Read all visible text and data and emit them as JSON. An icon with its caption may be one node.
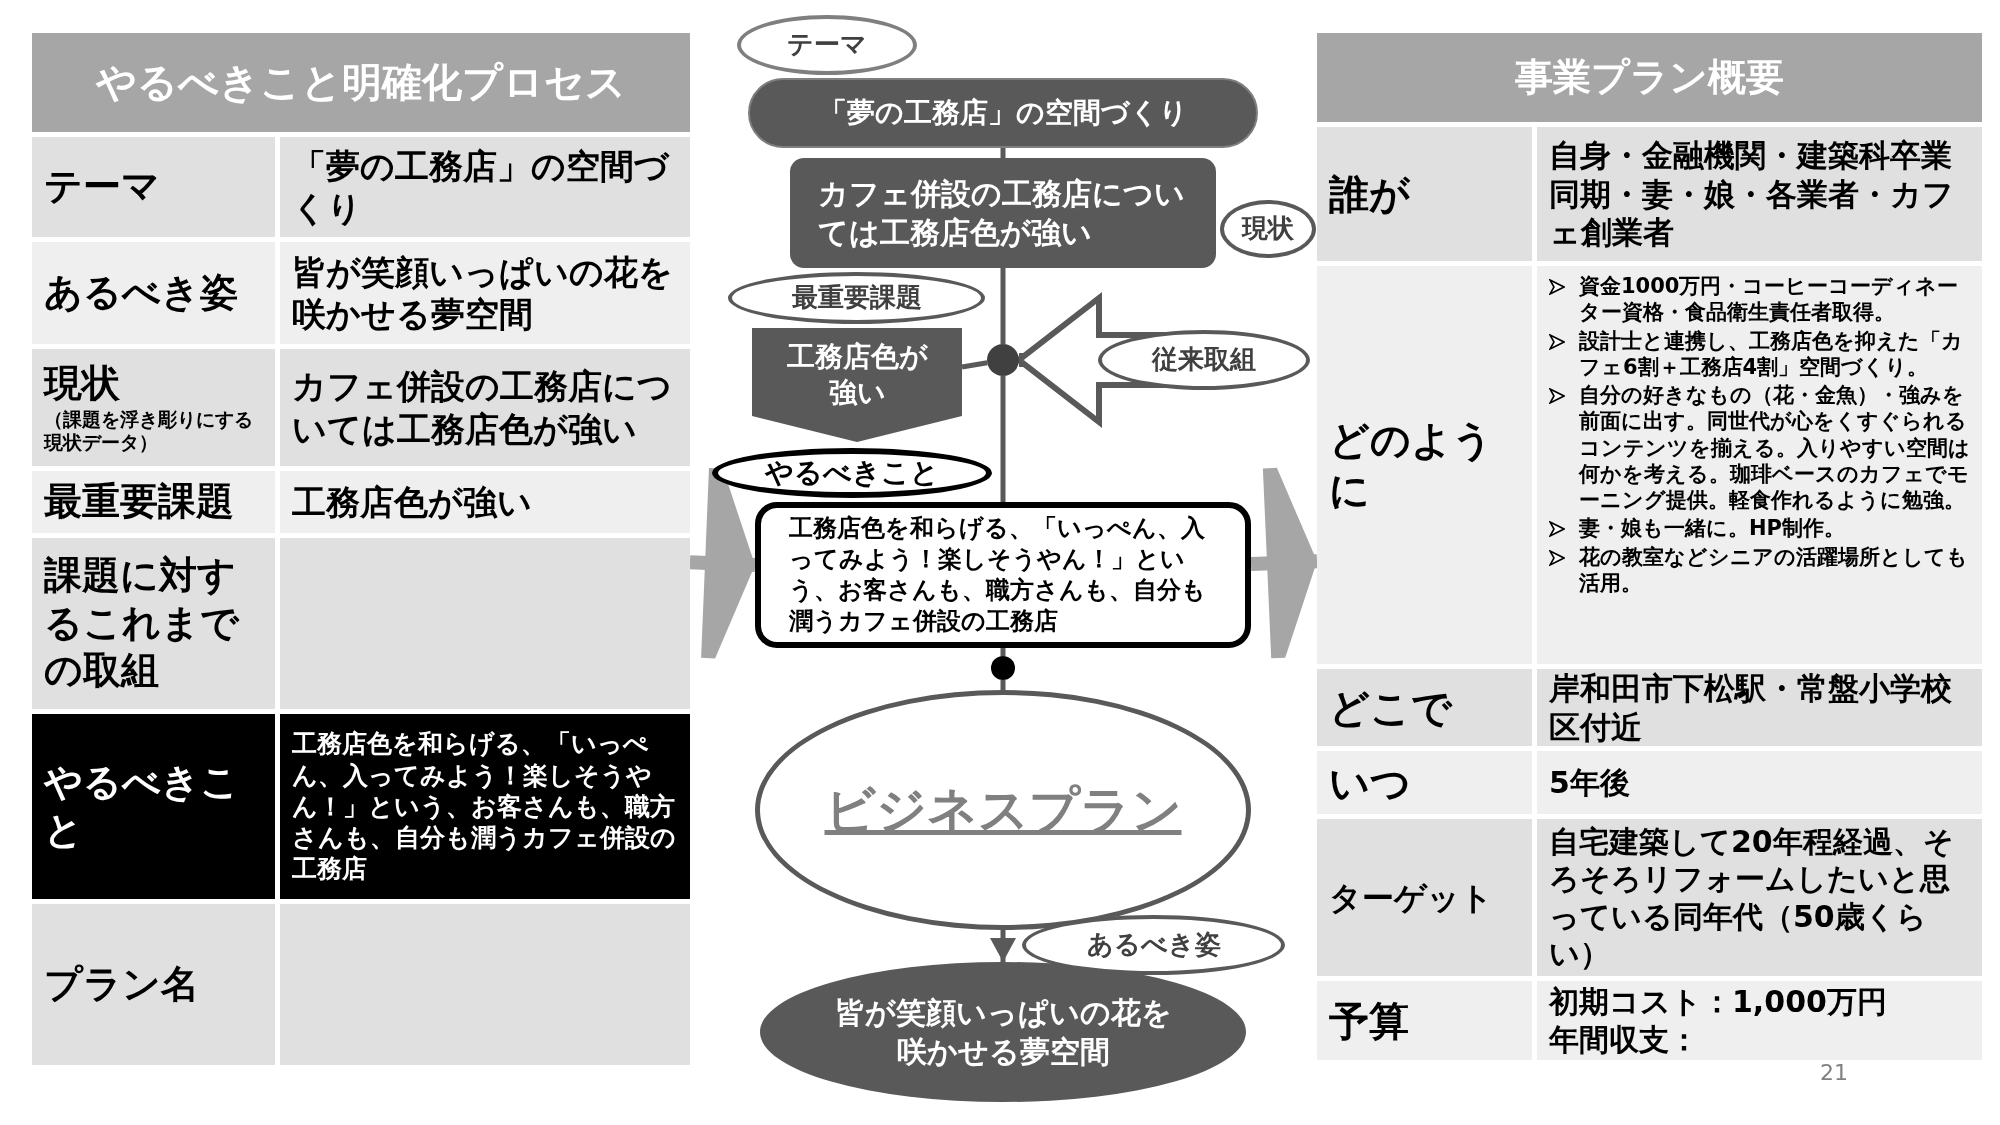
{
  "diagram": {
    "nodes": [
      {
        "text": [
          "やるべきこと明確化プロセス",
          "テーマ",
          "「夢の工務店」の空間づくり",
          "あるべき姿",
          "皆が笑顔いっぱいの花を咲かせる夢空間",
          "現状",
          "（課題を浮き彫りにする現状データ）",
          "カフェ併設の工務店については工務店色が強い",
          "最重要課題",
          "工務店色が強い",
          "課題に対するこれまでの取組",
          "やるべきこと",
          "工務店色を和らげる、「いっぺん、入ってみよう！楽しそうやん！」という、お客さんも、職方さんも、自分も潤うカフェ併設の工務店",
          "プラン名"
        ]
      },
      {
        "text": [
          "テーマ"
        ]
      },
      {
        "text": [
          "「夢の工務店」の空間づくり"
        ]
      },
      {
        "text": [
          "カフェ併設の工務店については工務店色が強い"
        ]
      },
      {
        "text": [
          "現状"
        ]
      },
      {
        "text": [
          "最重要課題"
        ]
      },
      {
        "text": [
          "工務店色が強い"
        ]
      },
      {
        "text": [
          "従来取組"
        ]
      },
      {
        "text": [],
        "shape": "circle"
      },
      {
        "text": [
          "やるべきこと"
        ]
      },
      {
        "text": [
          "工務店色を和らげる、「いっぺん、入ってみよう！楽しそうやん！」という、お客さんも、職方さんも、自分も潤うカフェ併設の工務店"
        ]
      },
      {
        "text": [],
        "shape": "circle"
      },
      {
        "text": [
          "ビジネスプラン"
        ]
      },
      {
        "text": [
          "あるべき姿"
        ]
      },
      {
        "text": [
          "皆が笑顔いっぱいの花を咲かせる夢空間"
        ]
      },
      {
        "text": [
          "事業プラン概要",
          "誰が",
          "自身・金融機関・建築科卒業同期・妻・娘・各業者・カフェ創業者",
          "どのように",
          "資金1000万円・コーヒーコーディネーター資格・食品衛生責任者取得。",
          "設計士と連携し、工務店色を抑えた「カフェ6割＋工務店4割」空間づくり。",
          "自分の好きなもの（花・金魚）・強みを前面に出す。同世代が心をくすぐられるコンテンツを揃える。入りやすい空間は何かを考える。珈琲ベースのカフェでモーニング提供。軽食作れるように勉強。",
          "妻・娘も一緒に。HP制作。",
          "花の教室などシニアの活躍場所としても活用。",
          "どこで",
          "岸和田市下松駅・常盤小学校区付近",
          "いつ",
          "5年後",
          "ターゲット",
          "自宅建築して20年程経過、そろそろリフォームしたいと思っている同年代（50歳くらい）",
          "予算",
          "初期コスト：1,000万円",
          "年間収支："
        ]
      }
    ],
    "edges": [
      {
        "from": 2,
        "to": 3,
        "arrow": "none"
      },
      {
        "from": 3,
        "to": 8,
        "arrow": "none"
      },
      {
        "from": 6,
        "to": 8,
        "arrow": "none"
      },
      {
        "from": 7,
        "to": 8,
        "arrow": "to",
        "style": "thick"
      },
      {
        "from": 8,
        "to": 10,
        "arrow": "none"
      },
      {
        "from": 10,
        "to": 11,
        "arrow": "none"
      },
      {
        "from": 11,
        "to": 12,
        "arrow": "none"
      },
      {
        "from": 12,
        "to": 14,
        "arrow": "to"
      },
      {
        "from": 0,
        "to": 10,
        "arrow": "to",
        "style": "thick",
        "color": "#a6a6a6"
      },
      {
        "from": 10,
        "to": 15,
        "arrow": "to",
        "style": "thick",
        "color": "#a6a6a6"
      }
    ],
    "labels": [
      "21"
    ]
  }
}
